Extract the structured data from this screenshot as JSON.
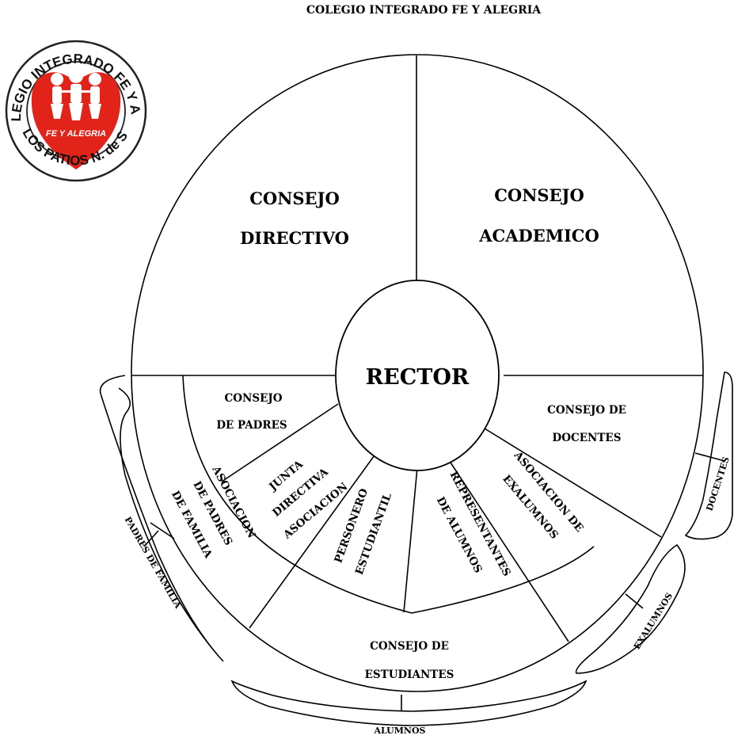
{
  "title": "COLEGIO INTEGRADO FE Y ALEGRIA",
  "logo": {
    "ring_top": "I.E. COLEGIO INTEGRADO FE Y ALEGRIA",
    "ring_bottom": "LOS PATIOS N. de S.",
    "inner": "FE Y ALEGRIA",
    "heart_color": "#e2231a"
  },
  "center": "RECTOR",
  "top_sections": {
    "left": [
      "CONSEJO",
      "DIRECTIVO"
    ],
    "right": [
      "CONSEJO",
      "ACADEMICO"
    ]
  },
  "inner_ring": {
    "consejo_padres": [
      "CONSEJO",
      "DE PADRES"
    ],
    "junta": [
      "JUNTA",
      "DIRECTIVA",
      "ASOCIACION"
    ],
    "asociacion_padres": [
      "ASOCIACION",
      "DE PADRES",
      "DE FAMILIA"
    ],
    "personero": [
      "PERSONERO",
      "ESTUDIANTIL"
    ],
    "representantes": [
      "REPRESENTANTES",
      "DE ALUMNOS"
    ],
    "exalumnos_assoc": [
      "ASOCIACION DE",
      "EXALUMNOS"
    ]
  },
  "outer_ring": {
    "consejo_docentes": [
      "CONSEJO DE",
      "DOCENTES"
    ],
    "consejo_estudiantes": [
      "CONSEJO DE",
      "ESTUDIANTES"
    ]
  },
  "outside": {
    "padres": "PADRES DE FAMILIA",
    "docentes": "DOCENTES",
    "exalumnos": "EXALUMNOS",
    "alumnos": "ALUMNOS"
  }
}
